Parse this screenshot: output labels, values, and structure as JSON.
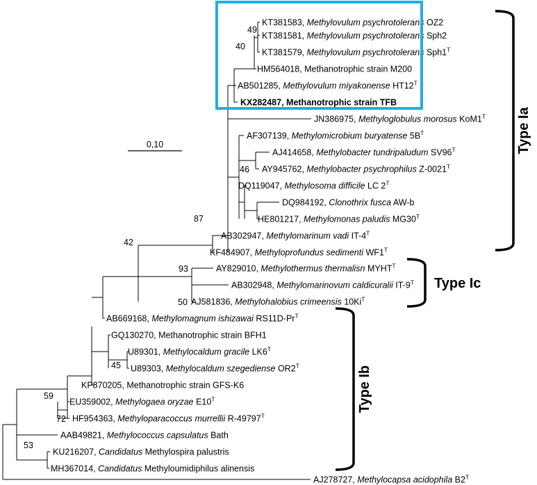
{
  "tree": {
    "leaves": [
      {
        "id": "KT381583",
        "acc": "KT381583",
        "species": "Methylovulum psychrotolerans",
        "strain": "OZ2",
        "italic": true,
        "type_strain": false
      },
      {
        "id": "KT381581",
        "acc": "KT381581",
        "species": "Methylovulum psychrotolerans",
        "strain": "Sph2",
        "italic": true,
        "type_strain": false
      },
      {
        "id": "KT381579",
        "acc": "KT381579",
        "species": "Methylovulum psychrotolerans",
        "strain": "Sph1",
        "italic": true,
        "type_strain": true
      },
      {
        "id": "HM564018",
        "acc": "HM564018",
        "species": "Methanotrophic strain M200",
        "strain": "",
        "italic": false,
        "type_strain": false
      },
      {
        "id": "AB501285",
        "acc": "AB501285",
        "species": "Methylovulum miyakonense",
        "strain": "HT12",
        "italic": true,
        "type_strain": true
      },
      {
        "id": "KX282487",
        "acc": "KX282487",
        "species": "Methanotrophic strain TFB",
        "strain": "",
        "italic": false,
        "type_strain": false,
        "highlight": true
      },
      {
        "id": "JN386975",
        "acc": "JN386975",
        "species": "Methyloglobulus morosus",
        "strain": "KoM1",
        "italic": true,
        "type_strain": true
      },
      {
        "id": "AF307139",
        "acc": "AF307139",
        "species": "Methylomicrobium buryatense",
        "strain": "5B",
        "italic": true,
        "type_strain": true
      },
      {
        "id": "AJ414658",
        "acc": "AJ414658",
        "species": "Methylobacter tundripaludum",
        "strain": "SV96",
        "italic": true,
        "type_strain": true
      },
      {
        "id": "AY945762",
        "acc": "AY945762",
        "species": "Methylobacter psychrophilus",
        "strain": "Z-0021",
        "italic": true,
        "type_strain": true
      },
      {
        "id": "DQ119047",
        "acc": "DQ119047",
        "species": "Methylosoma difficile",
        "strain": "LC 2",
        "italic": true,
        "type_strain": true
      },
      {
        "id": "DQ984192",
        "acc": "DQ984192",
        "species": "Clonothrix fusca",
        "strain": "AW-b",
        "italic": true,
        "type_strain": false
      },
      {
        "id": "HE801217",
        "acc": "HE801217",
        "species": "Methylomonas paludis",
        "strain": "MG30",
        "italic": true,
        "type_strain": true
      },
      {
        "id": "AB302947",
        "acc": "AB302947",
        "species": "Methylomarinum vadi",
        "strain": "IT-4",
        "italic": true,
        "type_strain": true
      },
      {
        "id": "KF484907",
        "acc": "KF484907",
        "species": "Methyloprofundus sedimenti",
        "strain": "WF1",
        "italic": true,
        "type_strain": true
      },
      {
        "id": "AY829010",
        "acc": "AY829010",
        "species": "Methylothermus thermalisn",
        "strain": "MYHT",
        "italic": true,
        "type_strain": true
      },
      {
        "id": "AB302948",
        "acc": "AB302948",
        "species": "Methylomarinovum caldicuralii",
        "strain": "IT-9",
        "italic": true,
        "type_strain": true
      },
      {
        "id": "AJ581836",
        "acc": "AJ581836",
        "species": "Methylohalobius crimeensis",
        "strain": "10Ki",
        "italic": true,
        "type_strain": true
      },
      {
        "id": "AB669168",
        "acc": "AB669168",
        "species": "Methylomagnum ishizawai",
        "strain": "RS11D-Pr",
        "italic": true,
        "type_strain": true
      },
      {
        "id": "GQ130270",
        "acc": "GQ130270",
        "species": "Methanotrophic strain BFH1",
        "strain": "",
        "italic": false,
        "type_strain": false
      },
      {
        "id": "U89301",
        "acc": "U89301",
        "species": "Methylocaldum gracile",
        "strain": "LK6",
        "italic": true,
        "type_strain": true
      },
      {
        "id": "U89303",
        "acc": "U89303",
        "species": "Methylocaldum szegediense",
        "strain": "OR2",
        "italic": true,
        "type_strain": true
      },
      {
        "id": "KP870205",
        "acc": "KP870205",
        "species": "Methanotrophic strain GFS-K6",
        "strain": "",
        "italic": false,
        "type_strain": false
      },
      {
        "id": "EU359002",
        "acc": "EU359002",
        "species": "Methylogaea oryzae",
        "strain": "E10",
        "italic": true,
        "type_strain": true
      },
      {
        "id": "HF954363",
        "acc": "HF954363",
        "species": "Methyloparacoccus murrellii",
        "strain": "R-49797",
        "italic": true,
        "type_strain": true
      },
      {
        "id": "AAB49821",
        "acc": "AAB49821",
        "species": "Methylococcus capsulatus",
        "strain": "Bath",
        "italic": true,
        "type_strain": false
      },
      {
        "id": "KU216207",
        "acc": "KU216207",
        "species": "Candidatus",
        "strain": "Methylospira palustris",
        "italic": true,
        "type_strain": false,
        "strain_upright": true
      },
      {
        "id": "MH367014",
        "acc": "MH367014",
        "species": "Candidatus",
        "strain": "Methyloumidiphilus alinensis",
        "italic": true,
        "type_strain": false,
        "strain_upright": true
      },
      {
        "id": "AJ278727",
        "acc": "AJ278727",
        "species": "Methylocapsa acidophila",
        "strain": "B2",
        "italic": true,
        "type_strain": true
      }
    ],
    "type_mark": "T",
    "bootstraps": [
      {
        "id": "b49",
        "value": "49"
      },
      {
        "id": "b40",
        "value": "40"
      },
      {
        "id": "b46",
        "value": "46"
      },
      {
        "id": "b87",
        "value": "87"
      },
      {
        "id": "b42",
        "value": "42"
      },
      {
        "id": "b93",
        "value": "93"
      },
      {
        "id": "b50",
        "value": "50"
      },
      {
        "id": "b45",
        "value": "45"
      },
      {
        "id": "b59",
        "value": "59"
      },
      {
        "id": "b72",
        "value": "72"
      },
      {
        "id": "b53",
        "value": "53"
      }
    ],
    "groups": {
      "type_ia": "Type Ia",
      "type_ic": "Type Ic",
      "type_ib": "Type Ib"
    },
    "scale_bar": "0,10",
    "colors": {
      "line": "#000000",
      "highlight_text": "#e8141b",
      "highlight_box": "#21aee0"
    }
  }
}
